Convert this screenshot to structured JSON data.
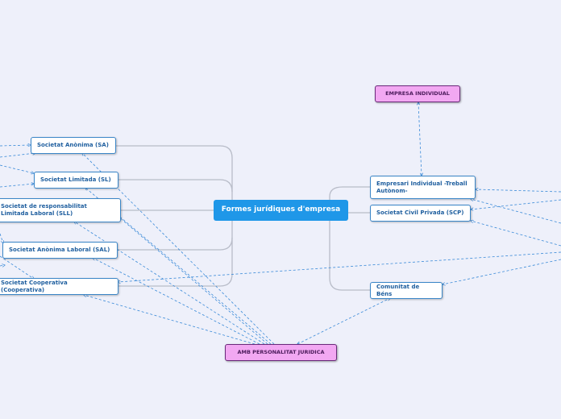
{
  "root": {
    "label": "Formes jurídiques d'empresa"
  },
  "left_branch": [
    {
      "label": "Societat Anònima (SA)"
    },
    {
      "label": "Societat Limitada (SL)"
    },
    {
      "label": "Societat de responsabilitat Limitada Laboral (SLL)"
    },
    {
      "label": "Societat Anònima Laboral (SAL)"
    },
    {
      "label": "Societat Cooperativa (Cooperativa)"
    }
  ],
  "right_branch": [
    {
      "label": "Empresari Individual -Treball Autònom-"
    },
    {
      "label": "Societat Civil Privada (SCP)"
    },
    {
      "label": "Comunitat de Béns"
    }
  ],
  "categories": {
    "individual": {
      "label": "EMPRESA INDIVIDUAL"
    },
    "legal_entity": {
      "label": "AMB PERSONALITAT JURIDICA"
    }
  },
  "colors": {
    "background": "#eef0fa",
    "root": "#1f97e8",
    "node_border": "#3a86c8",
    "category": "#f2a8f2",
    "connector": "#b8bcc8",
    "relation": "#3a8ad8"
  }
}
